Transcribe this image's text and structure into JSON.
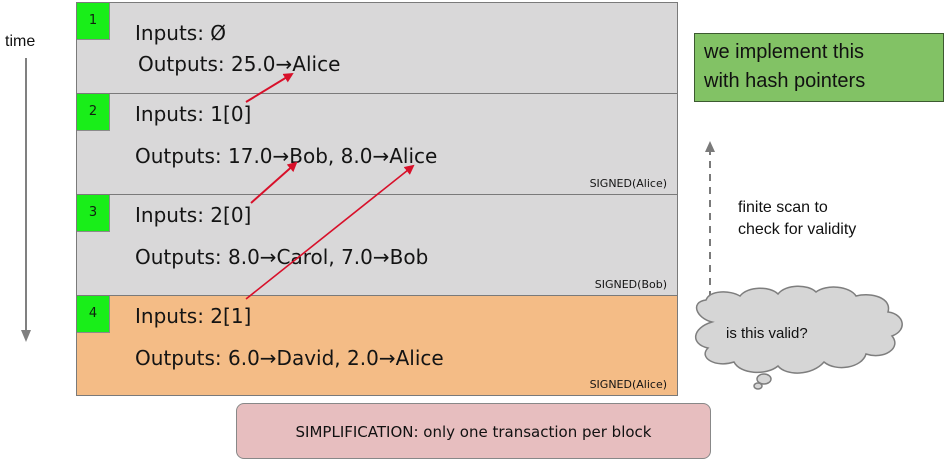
{
  "time_axis": {
    "label": "time",
    "direction": "down"
  },
  "blocks": [
    {
      "number": "1",
      "inputs": "Inputs: Ø",
      "outputs": "Outputs: 25.0→Alice",
      "signed": "",
      "color": "#d9d8d9"
    },
    {
      "number": "2",
      "inputs": "Inputs: 1[0]",
      "outputs": "Outputs: 17.0→Bob, 8.0→Alice",
      "signed": "SIGNED(Alice)",
      "color": "#d9d8d9"
    },
    {
      "number": "3",
      "inputs": "Inputs: 2[0]",
      "outputs": "Outputs: 8.0→Carol, 7.0→Bob",
      "signed": "SIGNED(Bob)",
      "color": "#d9d8d9"
    },
    {
      "number": "4",
      "inputs": "Inputs: 2[1]",
      "outputs": "Outputs: 6.0→David, 2.0→Alice",
      "signed": "SIGNED(Alice)",
      "color": "#f4bc86"
    }
  ],
  "pointers": [
    {
      "from": "2.inputs[1[0]]",
      "to": "1.outputs[0]"
    },
    {
      "from": "3.inputs[2[0]]",
      "to": "2.outputs[0]"
    },
    {
      "from": "4.inputs[2[1]]",
      "to": "2.outputs[1]"
    }
  ],
  "annotations": {
    "hash_pointers": "we implement this with hash pointers",
    "hash_pointers_line1": "we implement this",
    "hash_pointers_line2": "with hash pointers",
    "scan_line1": "finite scan to",
    "scan_line2": "check for validity",
    "cloud": "is this valid?",
    "simplification": "SIMPLIFICATION: only one transaction per block"
  },
  "colors": {
    "block_gray": "#d9d8d9",
    "block_orange": "#f4bc86",
    "block_number": "#19ee19",
    "pointer_arrow": "#d8102a",
    "hash_box": "#82c265",
    "simplification_box": "#e7bebf",
    "cloud": "#d6d6d6"
  }
}
